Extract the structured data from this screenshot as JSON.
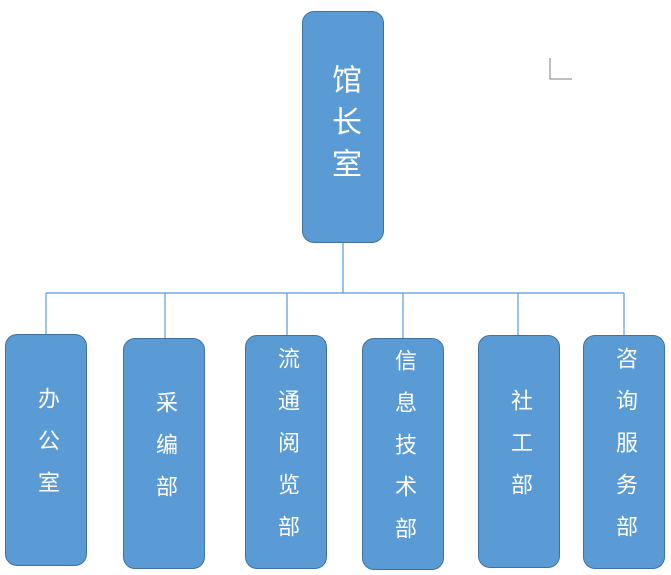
{
  "org_chart": {
    "root": {
      "label": "馆长室"
    },
    "children": [
      {
        "label": "办公室"
      },
      {
        "label": "采编部"
      },
      {
        "label": "流通阅览部"
      },
      {
        "label": "信息技术部"
      },
      {
        "label": "社工部"
      },
      {
        "label": "咨询服务部"
      }
    ]
  },
  "colors": {
    "box_fill": "#5b9bd5",
    "box_border": "#41719c",
    "connector": "#5b9bd5",
    "text": "#ffffff"
  }
}
